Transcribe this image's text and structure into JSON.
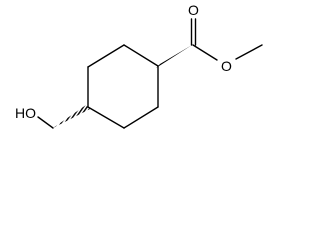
{
  "labels": {
    "carbonyl_oxygen": "O",
    "ester_oxygen": "O",
    "hydroxyl": "HO"
  }
}
